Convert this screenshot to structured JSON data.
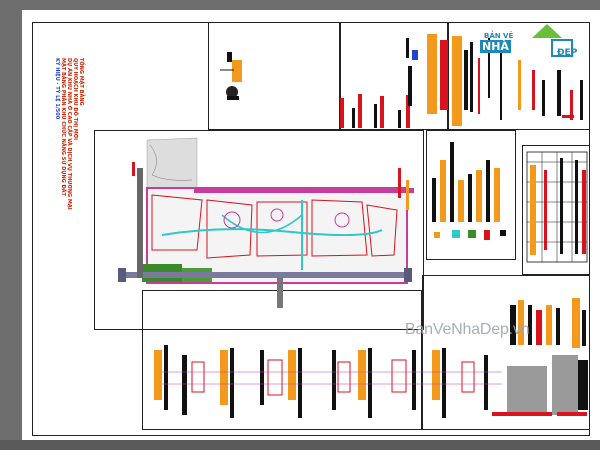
{
  "app": {
    "canvas_bg": "#6e6e6e",
    "sheet_bg": "#ffffff"
  },
  "brand": {
    "top_text": "BẢN VẼ",
    "name_left": "NHÀ",
    "name_right": "ĐẸP",
    "watermark": "BanVeNhaDep.vn",
    "colors": {
      "blue": "#1e88b8",
      "green": "#6abf3a"
    }
  },
  "sheet": {
    "vertical_titles": [
      "TỔNG MẶT BẰNG",
      "QUY HOẠCH KHU ĐÔ THỊ MỚI",
      "DỰ ÁN KHU NHÀ Ở CAO CẤP VÀ DỊCH VỤ THƯƠNG MẠI",
      "MẶT BẰNG PHÂN KHU CHỨC NĂNG SỬ DỤNG ĐẤT",
      "KÝ HIỆU - TỶ LỆ 1/500"
    ]
  },
  "statusbar": {
    "text": ""
  },
  "colors": {
    "orange": "#f39a1d",
    "red": "#d8131e",
    "black": "#111111",
    "magenta": "#c83c9e",
    "cyan": "#2ec8c8",
    "green": "#3a8a2a"
  }
}
